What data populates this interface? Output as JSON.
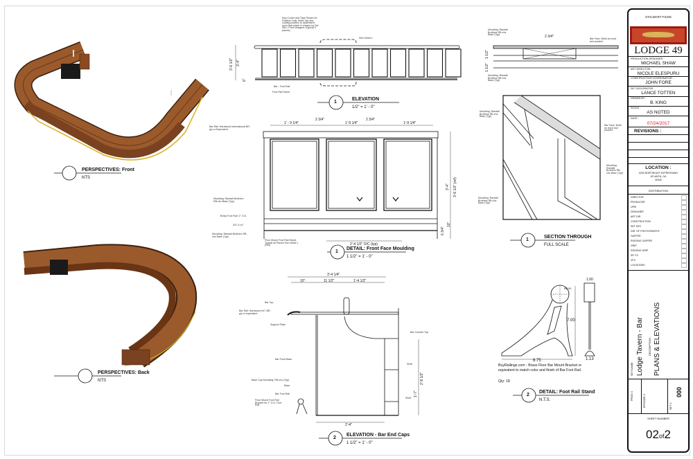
{
  "drawings": {
    "persp_front": {
      "title": "PERSPECTIVES: Front",
      "scale": "NTS"
    },
    "persp_back": {
      "title": "PERSPECTIVES: Back",
      "scale": "NTS"
    },
    "elevation": {
      "number": "1",
      "title": "ELEVATION",
      "scale": "1/2\" = 1' - 0\"",
      "notes": [
        "Keg Cooler and Taps Shown for Position Only. Refer Tap and cooling position to dependent upon that which is chosen by Set Dec / Prod Designer (Typical 4 places)",
        "See Detail x",
        "Bar - Foot Rail",
        "Foot Rail Stand"
      ],
      "dims": [
        "3'-6 1/2\"",
        "3'-4\"",
        "6\""
      ]
    },
    "front_face": {
      "number": "1",
      "title": "DETAIL: Front Face Moulding",
      "scale": "1 1/2\" = 1' - 0\"",
      "dims": [
        "1' - 9 1/4\"",
        "2 3/4\"",
        "1'-9 1/4\"",
        "2 3/4\"",
        "1'-9 1/4\"",
        "2'-4 1/2\" O/C (typ)",
        "3'-6 1/2\" (ref)",
        "3'-4\"",
        "6 3/4\"",
        "10\""
      ],
      "notes": [
        "Bar Rail: Hardwood International BR-g/y or Equivalent",
        "Moulding: Randall Brothers RB-xhz Base (Typ)",
        "Brass Foot Rail: 2\" O.D.",
        "3/4\" & xx\"",
        "Moulding: Randall Brothers RB-xhz Base (Typ)",
        "Floor Mount Foot Rail Stand: Typical all Places See Detail x (Ref)"
      ]
    },
    "section": {
      "number": "1",
      "title": "SECTION THROUGH",
      "scale": "FULL SCALE",
      "dims": [
        "2 3/4\"",
        "1 1/2\"",
        "1 1/2\""
      ],
      "notes": [
        "Moulding: Randall Brothers RB-xhz Base (Typ)",
        "Bar Face: Build as req'd and prudent",
        "Moulding: Randall Brothers RB-xhz Base (Typ)",
        "Moulding: Randall Brothers RB-xhz Base (Typ)",
        "Bar Face: Build as req'd and prudent",
        "Moulding: Randall Brothers RB-xhz Base (Typ)",
        "Moulding: Randall Brothers RB-xhz Base (Typ)"
      ]
    },
    "end_caps": {
      "number": "2",
      "title": "ELEVATION - Bar End Caps",
      "scale": "1 1/2\" = 1' - 0\"",
      "dims": [
        "3'-4 1/4\"",
        "10\"",
        "11 1/2\"",
        "1'-4 1/2\"",
        "2'-4\"",
        "2'-8 1/2\"",
        "1'-7\""
      ],
      "notes": [
        "Bar Top",
        "Bar Rail: Hardwood Int'l. BR-g/y or equivalent",
        "Support Plate",
        "Bar Front Base",
        "Base Cap Moulding: RB-xhz (Typ)",
        "Base",
        "Bar Foot Rail",
        "Floor Mount Foot Rail Bracket for 2\" O.D. Foot Rail",
        "Bar Counter Top",
        "Shelf",
        "Shelf"
      ]
    },
    "foot_rail": {
      "number": "2",
      "title": "DETAIL: Foot Rail Stand",
      "scale": "N.T.S.",
      "dims": [
        "1.00",
        "Ø2.00",
        "7.00",
        "6.75",
        "1.13"
      ],
      "description": "BuyRailings.com - Brass Floor Bar Mount Bracket or equivalent to match color and finish of Bar Foot Rail.",
      "qty": "Qty: 18"
    }
  },
  "title_block": {
    "company": "STALWART FILMS",
    "logo_text": "LODGE 49",
    "fields": [
      {
        "label": "PRODUCTION DESIGNER :",
        "value": "MICHAEL SHAW"
      },
      {
        "label": "ART DIRECTOR :",
        "value": "NICOLE ELESPURU"
      },
      {
        "label": "CONSTRUCTION COORDINATOR :",
        "value": "JOHN FORE"
      },
      {
        "label": "SET DECORATOR :",
        "value": "LANCE TOTTEN"
      },
      {
        "label": "DRAWN BY :",
        "value": "B. KING"
      },
      {
        "label": "SCALE :",
        "value": "AS NOTED"
      },
      {
        "label": "DATE :",
        "value": "07/24/2017"
      }
    ],
    "date_color": "#e0141e",
    "revisions_label": "REVISIONS :",
    "location_label": "LOCATION :",
    "location_address": [
      "4292 NORTHEAST EXPRESSWAY",
      "ATLANTA, GA",
      "30340"
    ],
    "distribution_label": "DISTRIBUTION",
    "distribution": [
      "DIRECTOR",
      "PRODUCER",
      "UPM",
      "DESIGNER",
      "ART DIR.",
      "CONSTRUCTION",
      "SET DEC",
      "DIR. OF PHOTOGRAPHY",
      "GAFFER",
      "RIGGING GAFFER",
      "GRIP",
      "RIGGING GRIP",
      "SP. FX",
      "VFX",
      "LOCATIONS"
    ],
    "set_name_label": "SET NAME :",
    "set_name": "Lodge Tavern - Bar",
    "description_label": "DESCRIPTION :",
    "description": "PLANS & ELEVATIONS",
    "prod_label": "PROD #",
    "episode_label": "EPISODE #",
    "set_label": "SET #",
    "set_number": "000",
    "sheet_label": "SHEET NUMBER",
    "sheet_number": "02",
    "sheet_of": "of",
    "sheet_total": "2"
  }
}
